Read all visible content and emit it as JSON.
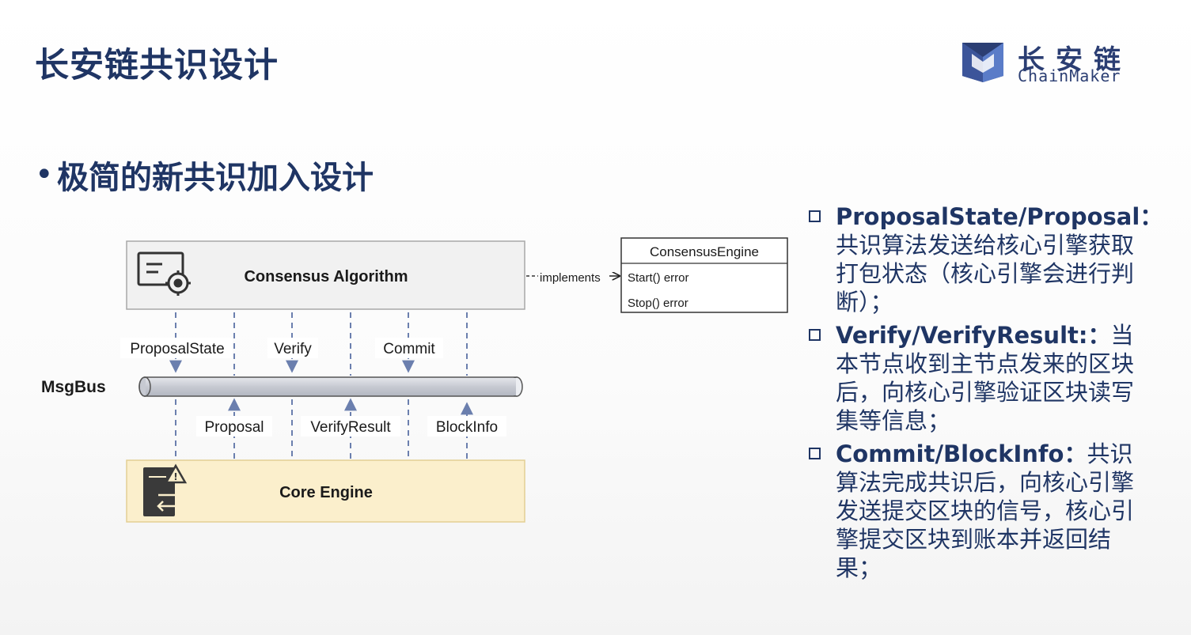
{
  "header": {
    "title": "长安链共识设计",
    "logo_cn": "长安链",
    "logo_en": "ChainMaker"
  },
  "bullet": {
    "dot": "•",
    "text": "极简的新共识加入设计"
  },
  "diagram": {
    "consensus_box_label": "Consensus Algorithm",
    "core_box_label": "Core Engine",
    "msgbus_label": "MsgBus",
    "implements_label": "implements",
    "interface": {
      "name": "ConsensusEngine",
      "methods": [
        "Start() error",
        "Stop() error"
      ]
    },
    "down_labels": [
      "ProposalState",
      "Verify",
      "Commit"
    ],
    "up_labels": [
      "Proposal",
      "VerifyResult",
      "BlockInfo"
    ]
  },
  "right_list": [
    {
      "keyword": "ProposalState/Proposal：",
      "text": "共识算法发送给核心引擎获取打包状态（核心引擎会进行判断）；"
    },
    {
      "keyword": "Verify/VerifyResult:：",
      "text": "当本节点收到主节点发来的区块后，向核心引擎验证区块读写集等信息；"
    },
    {
      "keyword": "Commit/BlockInfo：",
      "text": "共识算法完成共识后，向核心引擎发送提交区块的信号，核心引擎提交区块到账本并返回结果；"
    }
  ],
  "colors": {
    "title": "#1f3564",
    "consensus_box_fill": "#f1f1f1",
    "core_box_fill": "#fbefcc",
    "core_box_stroke": "#e3cf94",
    "msgbus_fill": "#cdd0d6",
    "arrow": "#6b7fae"
  }
}
